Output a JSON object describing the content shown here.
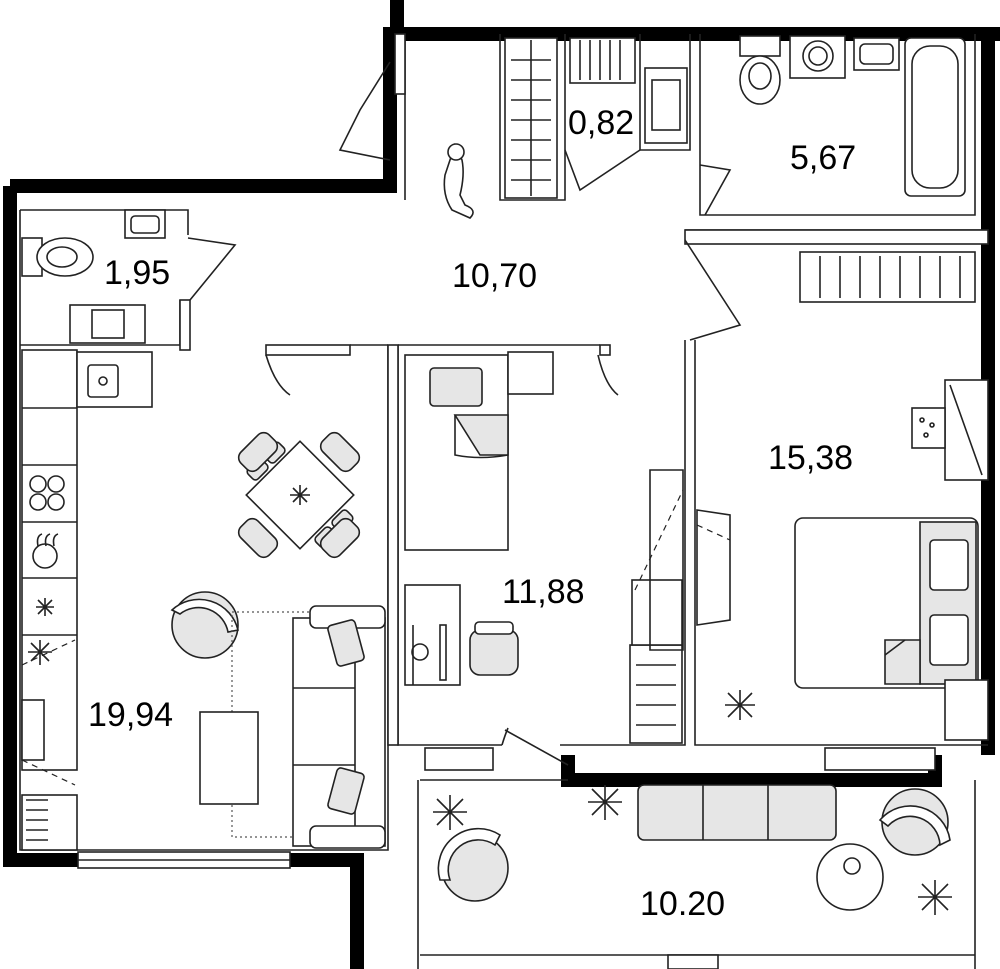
{
  "rooms": {
    "living_kitchen": "19,94",
    "bathroom_small": "1,95",
    "hallway": "10,70",
    "closet": "0,82",
    "bathroom": "5,67",
    "bedroom": "15,38",
    "kids_room": "11,88",
    "balcony": "10.20"
  }
}
